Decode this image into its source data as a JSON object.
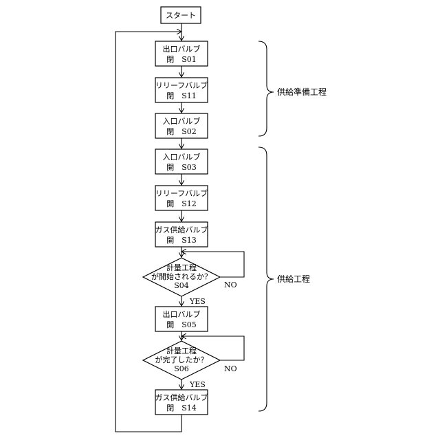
{
  "start": "スタート",
  "steps": [
    {
      "line1": "出口バルブ",
      "line2": "閉　S01"
    },
    {
      "line1": "リリーフバルブ",
      "line2": "閉　S11"
    },
    {
      "line1": "入口バルブ",
      "line2": "閉　S02"
    },
    {
      "line1": "入口バルブ",
      "line2": "開　S03"
    },
    {
      "line1": "リリーフバルブ",
      "line2": "開　S12"
    },
    {
      "line1": "ガス供給バルブ",
      "line2": "開　S13"
    },
    {
      "line1": "出口バルブ",
      "line2": "開　S05"
    },
    {
      "line1": "ガス供給バルブ",
      "line2": "閉　S14"
    }
  ],
  "decisions": [
    {
      "line1": "計量工程",
      "line2": "が開始されるか？",
      "line3": "S04",
      "no": "NO",
      "yes": "YES"
    },
    {
      "line1": "計量工程",
      "line2": "が完了したか？",
      "line3": "S06",
      "no": "NO",
      "yes": "YES"
    }
  ],
  "phases": [
    {
      "label": "供給準備工程"
    },
    {
      "label": "供給工程"
    }
  ]
}
